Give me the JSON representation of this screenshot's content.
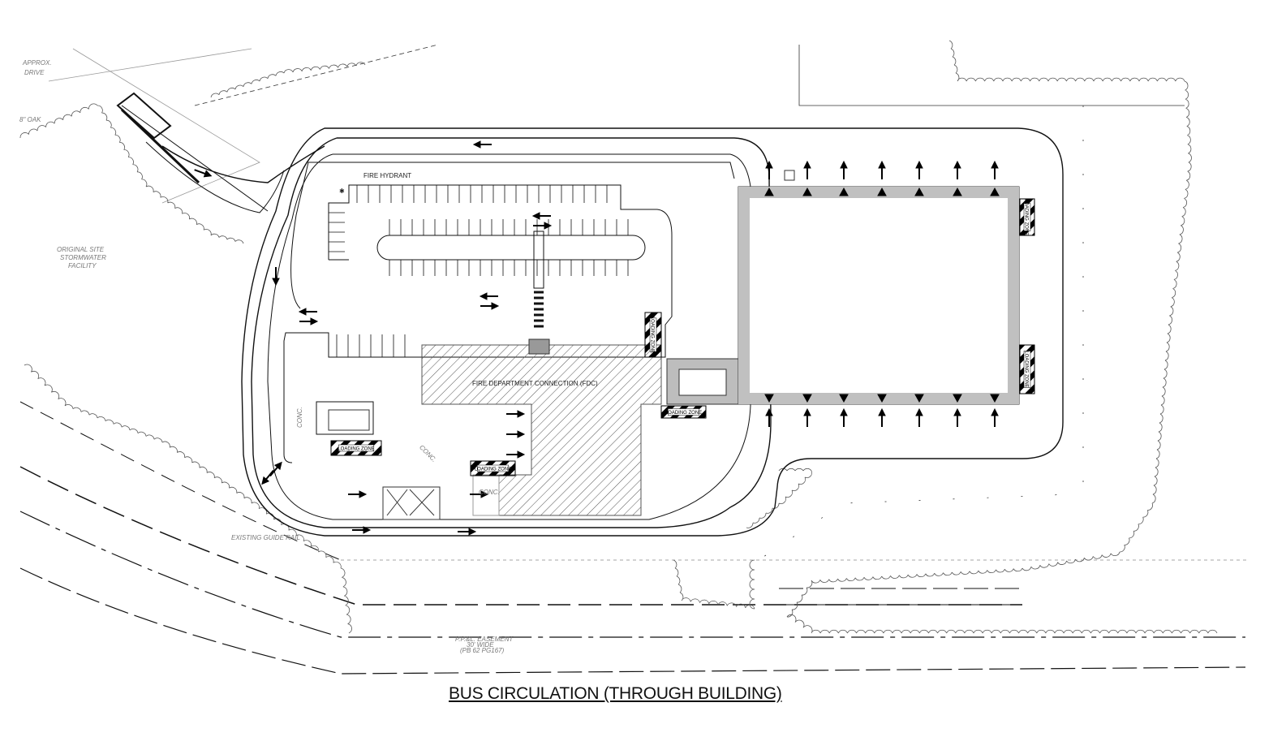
{
  "title": "BUS CIRCULATION (THROUGH BUILDING)",
  "labels": {
    "approx_drive": [
      "APPROX.",
      "DRIVE"
    ],
    "oak": "8\" OAK",
    "stormwater": [
      "ORIGINAL SITE",
      "STORMWATER",
      "FACILITY"
    ],
    "fire_hydrant": "FIRE HYDRANT",
    "fdc": "FIRE DEPARTMENT CONNECTION (FDC)",
    "loading_zone": "LOADING ZONE",
    "conc": "CONC.",
    "guide_rail": "EXISTING GUIDE RAIL",
    "easement": [
      "P.P.&L. EASEMENT",
      "30' WIDE",
      "(PB 62 PG167)"
    ]
  },
  "colors": {
    "line": "#111111",
    "building_wall": "#c0c0c0",
    "connector": "#bdbdbd",
    "light_line": "#888888"
  }
}
